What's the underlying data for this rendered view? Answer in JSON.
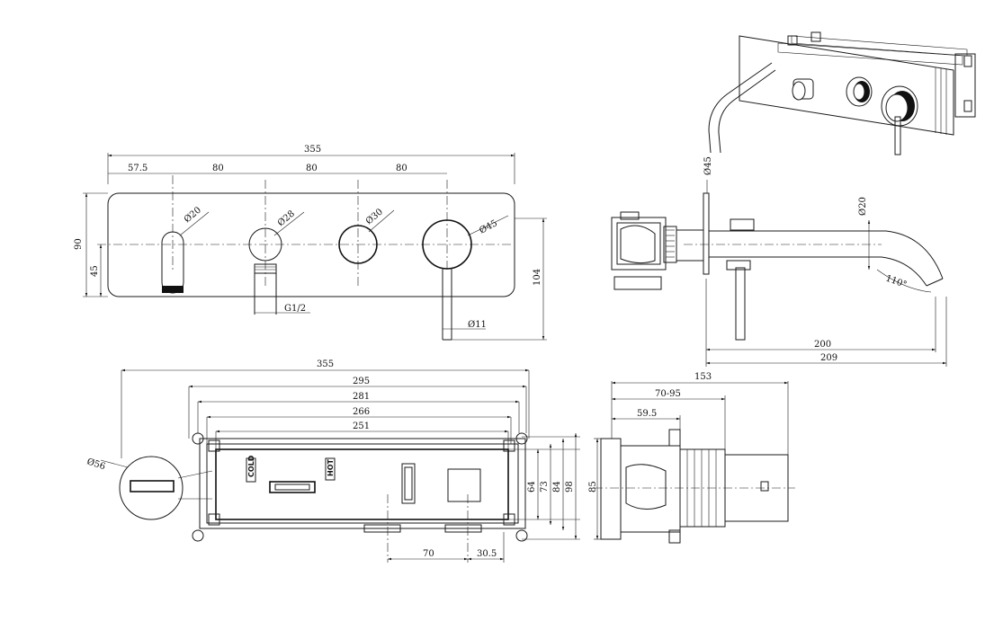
{
  "colors": {
    "line": "#1a1a1a",
    "background": "#ffffff"
  },
  "front_view": {
    "overall_width": "355",
    "offset_first": "57.5",
    "spacing_1": "80",
    "spacing_2": "80",
    "spacing_3": "80",
    "spout_dia": "Ø20",
    "knob1_dia": "Ø28",
    "knob2_dia": "Ø30",
    "knob3_dia": "Ø45",
    "height": "90",
    "center_height": "45",
    "total_height": "104",
    "thread": "G1/2",
    "lever_dia": "Ø11"
  },
  "side_view": {
    "flange_dia": "Ø45",
    "spout_dia": "Ø20",
    "angle": "110°",
    "reach_1": "200",
    "reach_2": "209"
  },
  "body_view": {
    "overall": "355",
    "dim_295": "295",
    "dim_281": "281",
    "dim_266": "266",
    "dim_251": "251",
    "detail_dia": "Ø56",
    "cold_label": "COLD",
    "hot_label": "HOT",
    "dim_70": "70",
    "dim_30_5": "30.5",
    "h_64": "64",
    "h_73": "73",
    "h_84": "84",
    "h_98": "98"
  },
  "body_side_view": {
    "depth": "153",
    "adjust": "70-95",
    "dim_59_5": "59.5",
    "height": "85"
  }
}
